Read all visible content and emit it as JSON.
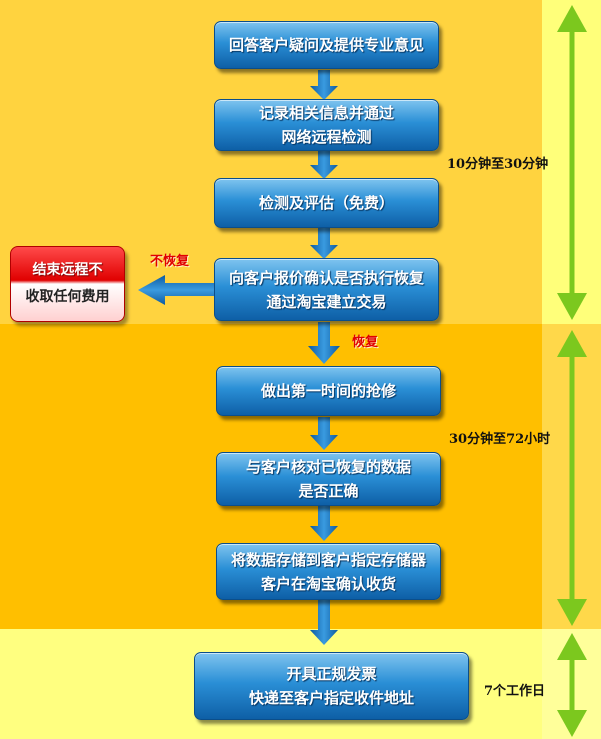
{
  "steps": [
    {
      "lines": [
        "回答客户疑问及提供专业意见"
      ]
    },
    {
      "lines": [
        "记录相关信息并通过",
        "网络远程检测"
      ]
    },
    {
      "lines": [
        "检测及评估（免费）"
      ]
    },
    {
      "lines": [
        "向客户报价确认是否执行恢复",
        "通过淘宝建立交易"
      ]
    },
    {
      "lines": [
        "做出第一时间的抢修"
      ]
    },
    {
      "lines": [
        "与客户核对已恢复的数据",
        "是否正确"
      ]
    },
    {
      "lines": [
        "将数据存储到客户指定存储器",
        "客户在淘宝确认收货"
      ]
    },
    {
      "lines": [
        "开具正规发票",
        "快递至客户指定收件地址"
      ]
    }
  ],
  "branch": {
    "no_label": "不恢复",
    "yes_label": "恢复",
    "end_lines": [
      "结束远程不",
      "收取任何费用"
    ]
  },
  "timeline": [
    {
      "label": "10分钟至30分钟"
    },
    {
      "label": "30分钟至72小时"
    },
    {
      "label": "7个工作日"
    }
  ],
  "colors": {
    "box_blue": "#1e7fcc",
    "arrow_blue": "#1e78c8",
    "end_red": "#e00000",
    "timeline_green": "#7cc81e"
  }
}
